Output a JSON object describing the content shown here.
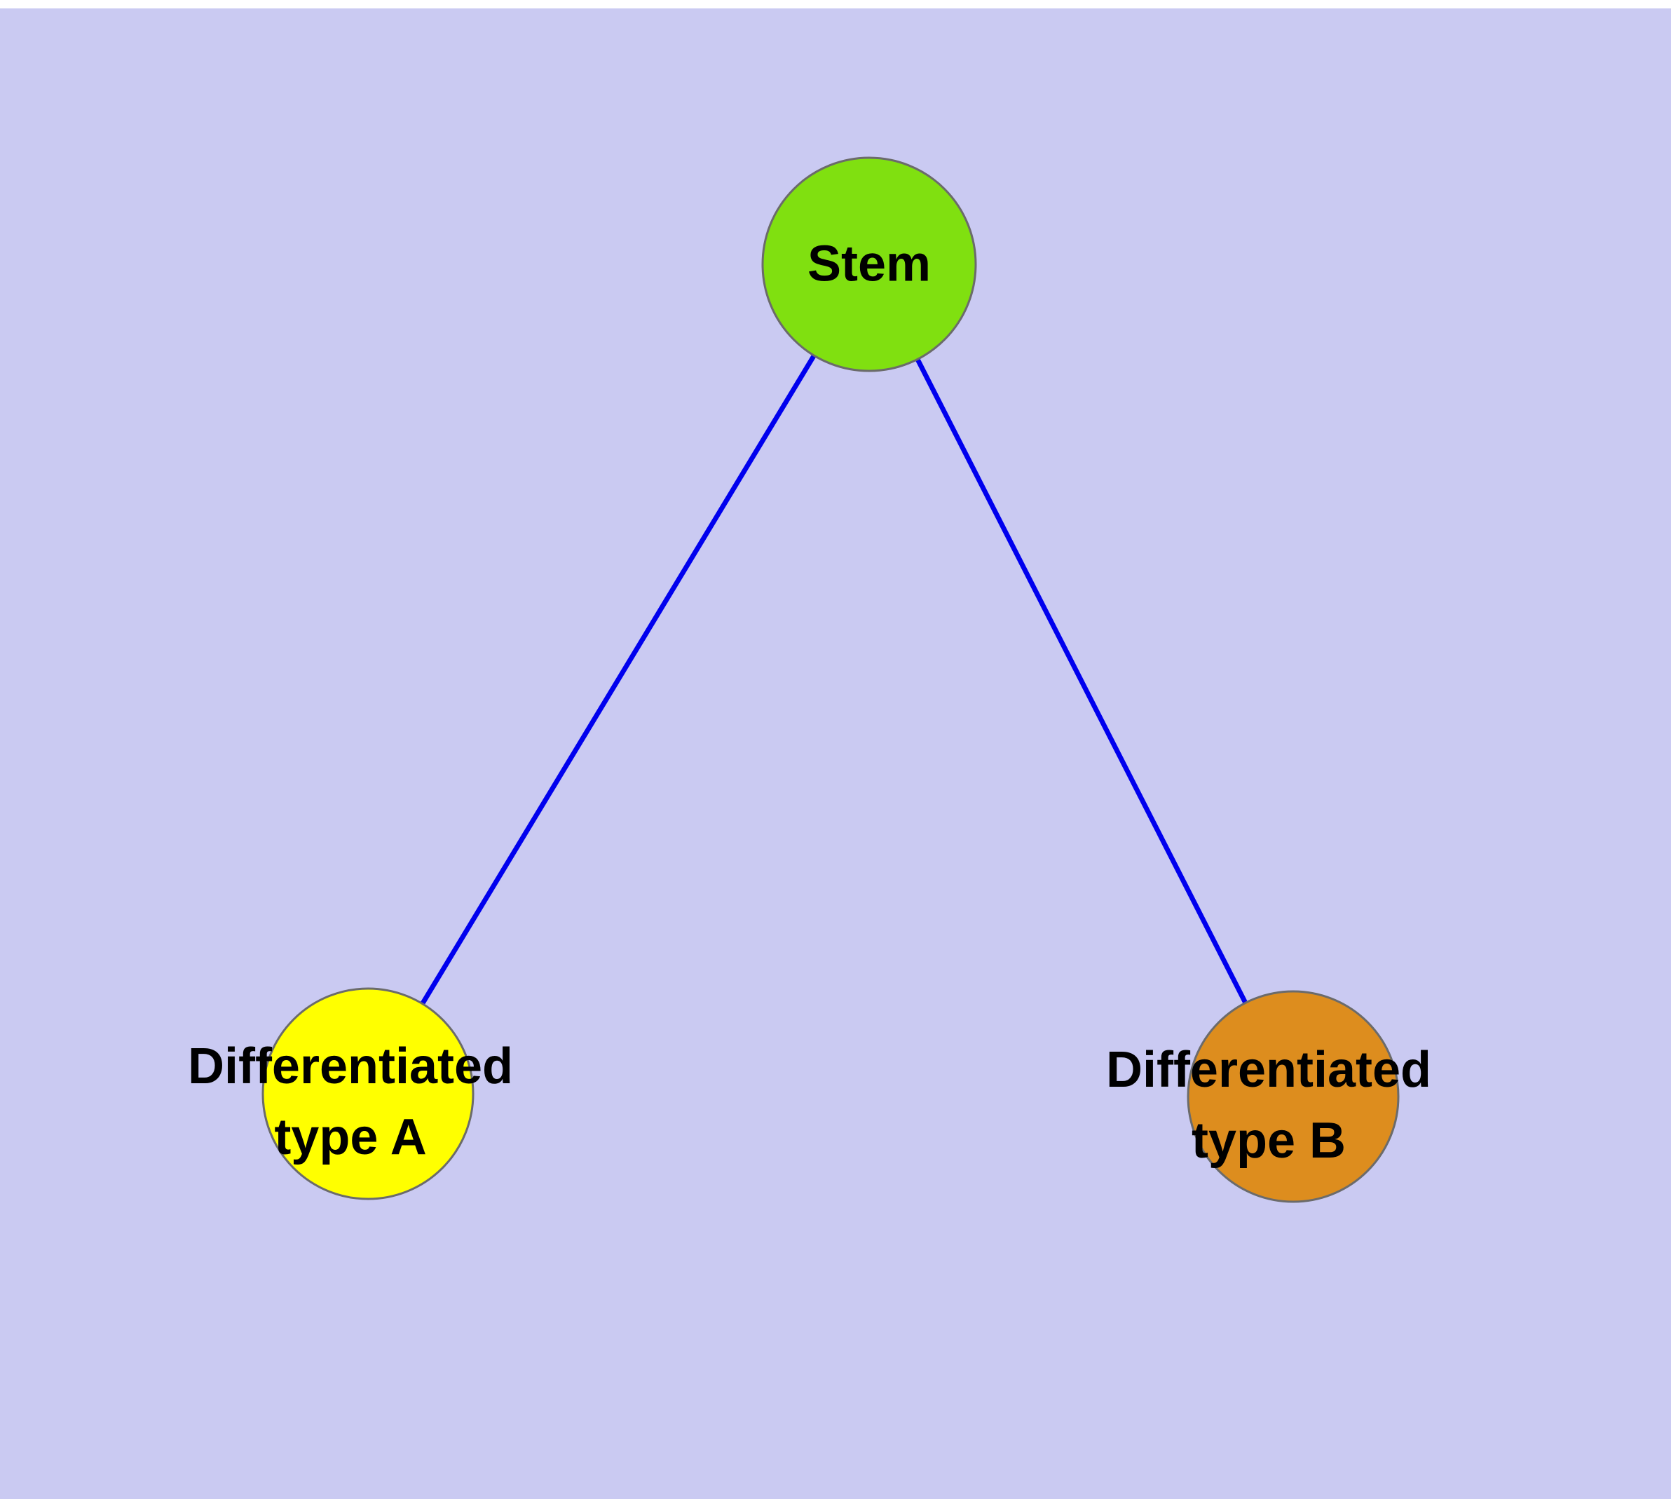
{
  "diagram": {
    "title": "",
    "background_color": "#cacaf2",
    "top_strip_color": "#ffffff",
    "edge_color": "#0000ee",
    "node_stroke_color": "#6b6b6b",
    "nodes": [
      {
        "id": "stem",
        "label": "Stem",
        "fill": "#80e010"
      },
      {
        "id": "differentiated-type-a",
        "label": "Differentiated\ntype A",
        "fill": "#ffff00"
      },
      {
        "id": "differentiated-type-b",
        "label": "Differentiated\ntype B",
        "fill": "#dd8d1e"
      }
    ],
    "edges": [
      {
        "from": "stem",
        "to": "differentiated-type-a"
      },
      {
        "from": "stem",
        "to": "differentiated-type-b"
      }
    ]
  }
}
